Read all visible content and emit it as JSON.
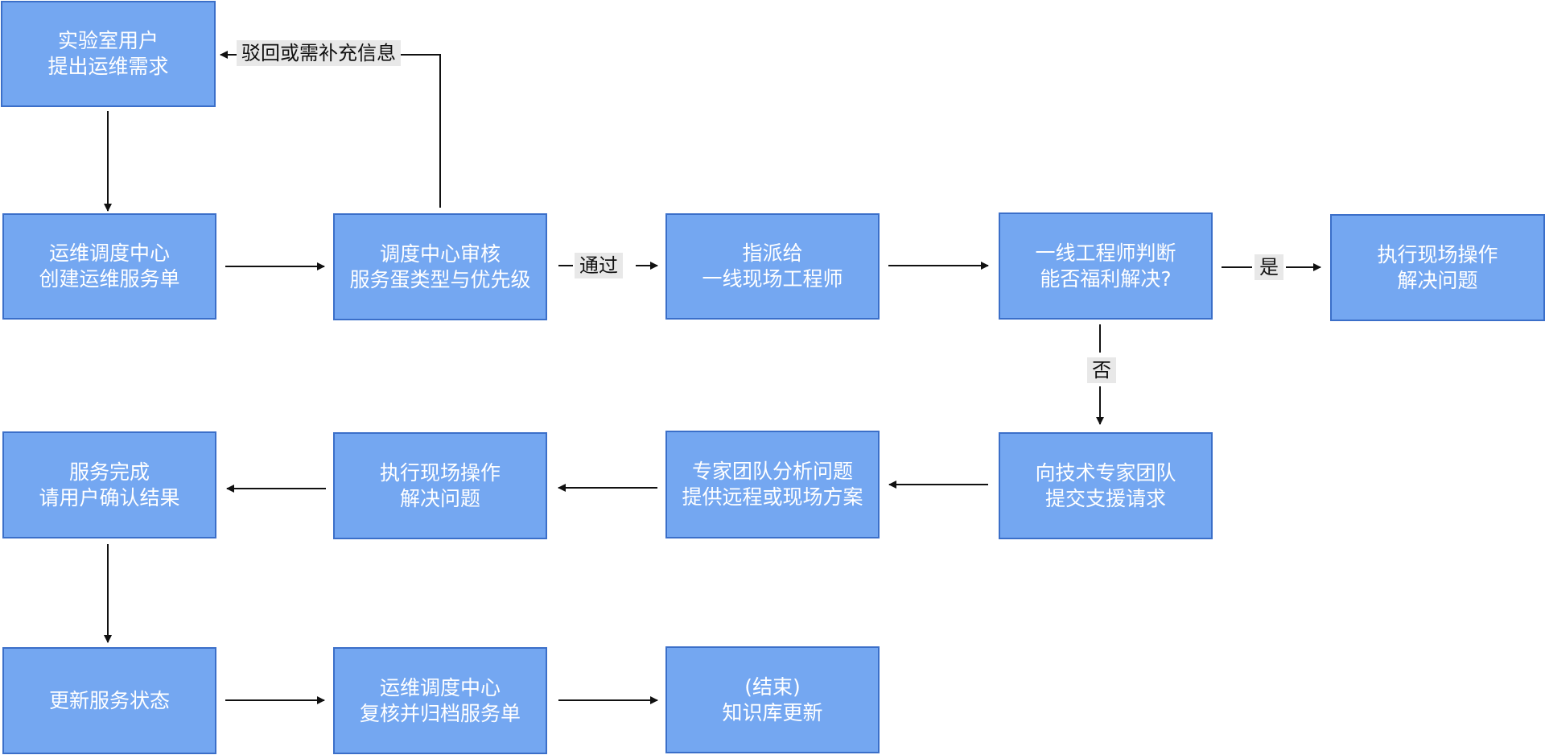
{
  "nodes": {
    "n1": {
      "line1": "实验室用户",
      "line2": "提出运维需求"
    },
    "n2": {
      "line1": "运维调度中心",
      "line2": "创建运维服务单"
    },
    "n3": {
      "line1": "调度中心审核",
      "line2": "服务蛋类型与优先级"
    },
    "n4": {
      "line1": "指派给",
      "line2": "一线现场工程师"
    },
    "n5": {
      "line1": "一线工程师判断",
      "line2": "能否福利解决?"
    },
    "n6": {
      "line1": "执行现场操作",
      "line2": "解决问题"
    },
    "n7": {
      "line1": "向技术专家团队",
      "line2": "提交支援请求"
    },
    "n8": {
      "line1": "专家团队分析问题",
      "line2": "提供远程或现场方案"
    },
    "n9": {
      "line1": "执行现场操作",
      "line2": "解决问题"
    },
    "n10": {
      "line1": "服务完成",
      "line2": "请用户确认结果"
    },
    "n11": {
      "line1": "更新服务状态"
    },
    "n12": {
      "line1": "运维调度中心",
      "line2": "复核并归档服务单"
    },
    "n13": {
      "line1": "(结束)",
      "line2": "知识库更新"
    }
  },
  "edge_labels": {
    "reject": "驳回或需补充信息",
    "pass": "通过",
    "yes": "是",
    "no": "否"
  },
  "colors": {
    "node_fill": "#74a7f1",
    "node_border": "#3b6fc9",
    "node_text": "#ffffff",
    "arrow": "#111111",
    "label_bg": "#e8e8e8"
  }
}
